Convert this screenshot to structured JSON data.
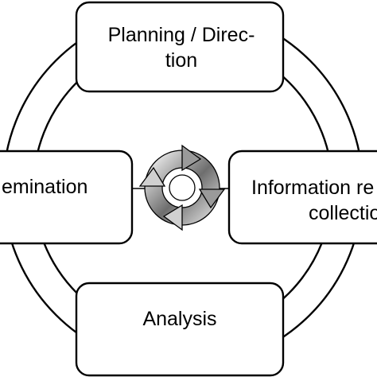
{
  "nodes": {
    "top": {
      "lines": [
        "Planning / Direc-",
        "tion"
      ]
    },
    "right": {
      "lines": [
        "Information re",
        "collectio"
      ]
    },
    "bottom": {
      "lines": [
        "Analysis"
      ]
    },
    "left": {
      "lines": [
        "emination"
      ]
    }
  },
  "colors": {
    "stroke": "#000000",
    "box_fill": "#ffffff",
    "cycle_icon_dark": "#5a5a5a",
    "cycle_icon_light": "#e6e6e6"
  }
}
